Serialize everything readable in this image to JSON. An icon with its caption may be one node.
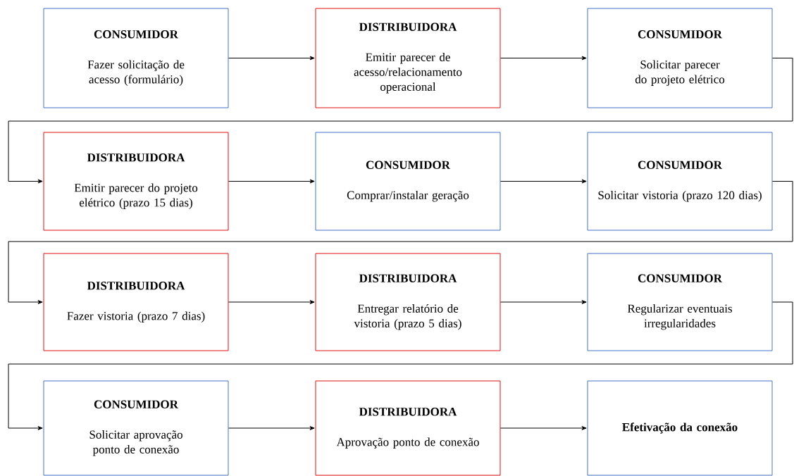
{
  "diagram": {
    "nodes": [
      {
        "text": [
          "CONSUMIDOR",
          "Fazer solicitação de acesso (formulário)"
        ]
      },
      {
        "text": [
          "DISTRIBUIDORA",
          "Emitir parecer de acesso/relacionamento operacional"
        ]
      },
      {
        "text": [
          "CONSUMIDOR",
          "Solicitar parecer do projeto elétrico"
        ]
      },
      {
        "text": [
          "DISTRIBUIDORA",
          "Emitir parecer do projeto elétrico (prazo 15 dias)"
        ]
      },
      {
        "text": [
          "CONSUMIDOR",
          "Comprar/instalar geração"
        ]
      },
      {
        "text": [
          "CONSUMIDOR",
          "Solicitar vistoria (prazo 120 dias)"
        ]
      },
      {
        "text": [
          "DISTRIBUIDORA",
          "Fazer vistoria (prazo 7 dias)"
        ]
      },
      {
        "text": [
          "DISTRIBUIDORA",
          "Entregar relatório de vistoria (prazo 5 dias)"
        ]
      },
      {
        "text": [
          "CONSUMIDOR",
          "Regularizar eventuais irregularidades"
        ]
      },
      {
        "text": [
          "CONSUMIDOR",
          "Solicitar aprovação ponto de conexão"
        ]
      },
      {
        "text": [
          "DISTRIBUIDORA",
          "Aprovação ponto de conexão"
        ]
      },
      {
        "text": [
          "Efetivação da conexão"
        ]
      }
    ],
    "edges": [
      {
        "from": 0,
        "to": 1,
        "arrow": "to"
      },
      {
        "from": 1,
        "to": 2,
        "arrow": "to"
      },
      {
        "from": 2,
        "to": 3,
        "arrow": "to"
      },
      {
        "from": 3,
        "to": 4,
        "arrow": "to"
      },
      {
        "from": 4,
        "to": 5,
        "arrow": "to"
      },
      {
        "from": 5,
        "to": 6,
        "arrow": "to"
      },
      {
        "from": 6,
        "to": 7,
        "arrow": "to"
      },
      {
        "from": 7,
        "to": 8,
        "arrow": "to"
      },
      {
        "from": 8,
        "to": 9,
        "arrow": "to"
      },
      {
        "from": 9,
        "to": 10,
        "arrow": "to"
      },
      {
        "from": 10,
        "to": 11,
        "arrow": "to"
      }
    ]
  }
}
